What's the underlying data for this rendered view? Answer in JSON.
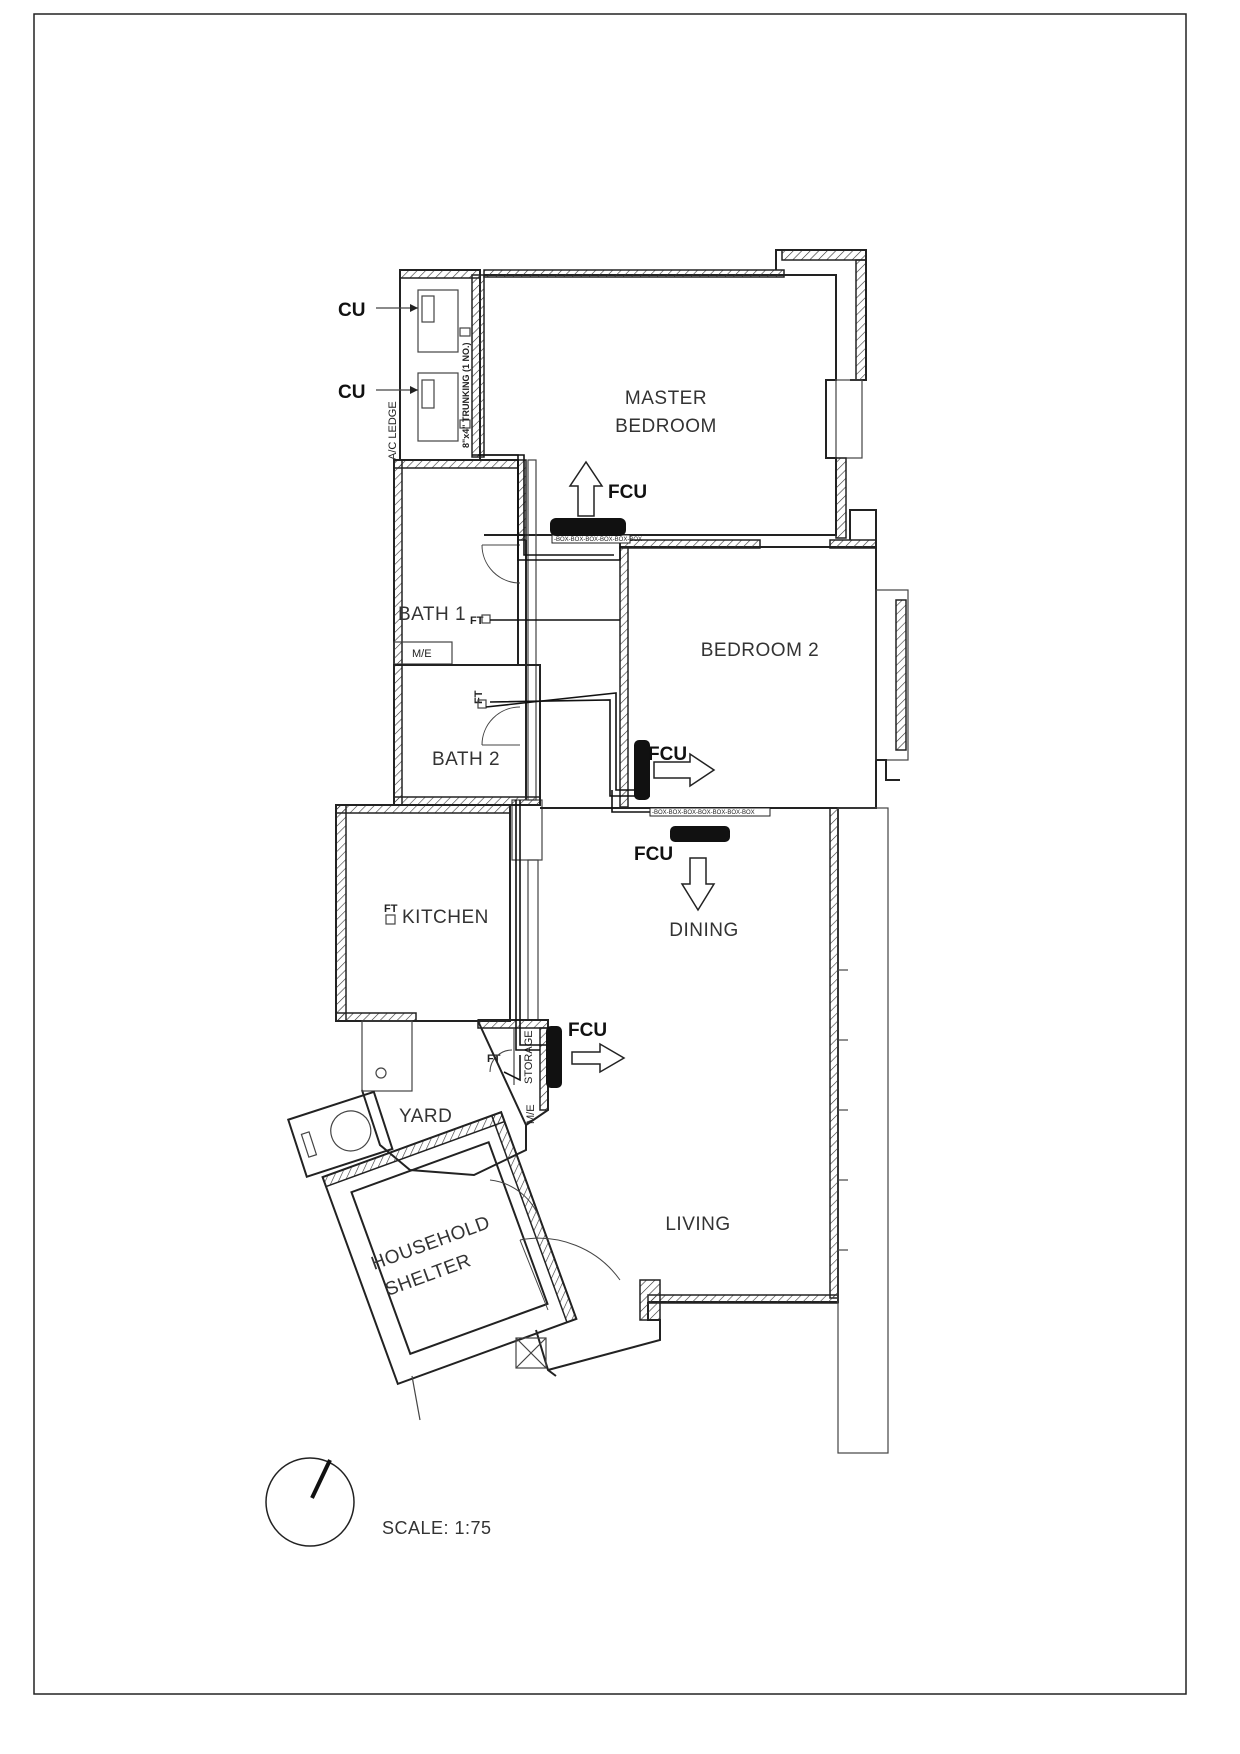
{
  "rooms": {
    "master_bedroom_1": "MASTER",
    "master_bedroom_2": "BEDROOM",
    "bedroom_2": "BEDROOM  2",
    "bath_1": "BATH  1",
    "bath_2": "BATH  2",
    "kitchen": "KITCHEN",
    "dining": "DINING",
    "living": "LIVING",
    "yard": "YARD",
    "household_shelter_1": "HOUSEHOLD",
    "household_shelter_2": "SHELTER",
    "storage": "STORAGE",
    "me_1": "M/E",
    "me_2": "M/E",
    "ac_ledge": "A/C LEDGE"
  },
  "equipment": {
    "cu_top": "CU",
    "cu_bottom": "CU",
    "fcu_master": "FCU",
    "fcu_bedroom2": "FCU",
    "fcu_dining": "FCU",
    "fcu_living": "FCU",
    "trunking": "8\"x4\" TRUNKING (1 NO.)",
    "ft_bath1": "FT",
    "ft_bath2": "FT",
    "ft_kitchen": "FT",
    "ft_yard": "FT"
  },
  "trunk_marks": {
    "master": "-BOX-BOX-BOX-BOX-BOX-BOX",
    "bedroom": "-BOX-BOX-BOX-BOX-BOX-BOX-BOX"
  },
  "scale": "SCALE:  1:75",
  "icons": {
    "north": "north-arrow-icon"
  }
}
